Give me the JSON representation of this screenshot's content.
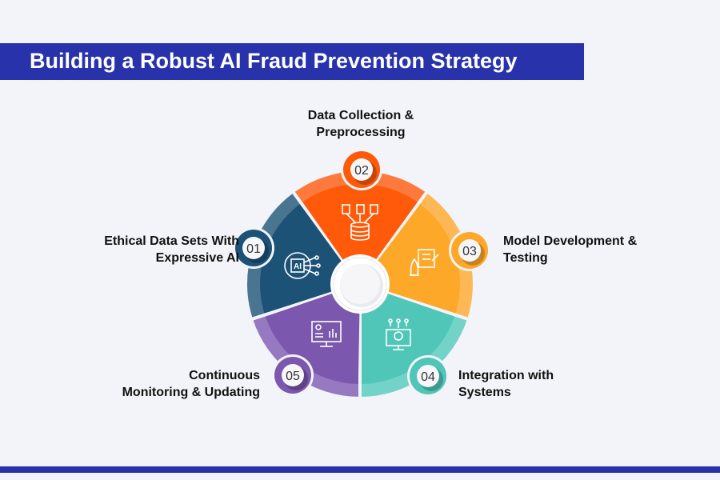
{
  "title": "Building a Robust AI Fraud Prevention Strategy",
  "steps": [
    {
      "number": "01",
      "label_line1": "Ethical Data Sets With",
      "label_line2": "Expressive AI",
      "color": "#1c5276",
      "rim": "#4a7591",
      "icon": "ai-chip-gear-icon"
    },
    {
      "number": "02",
      "label_line1": "Data Collection &",
      "label_line2": "Preprocessing",
      "color": "#fe5a0a",
      "rim": "#fe7a3c",
      "icon": "documents-database-icon"
    },
    {
      "number": "03",
      "label_line1": "Model Development &",
      "label_line2": "Testing",
      "color": "#fea82a",
      "rim": "#fdb855",
      "icon": "rocket-checklist-icon"
    },
    {
      "number": "04",
      "label_line1": "Integration with",
      "label_line2": "Systems",
      "color": "#4fc6b8",
      "rim": "#74d3c8",
      "icon": "monitor-gear-icon"
    },
    {
      "number": "05",
      "label_line1": "Continuous",
      "label_line2": "Monitoring & Updating",
      "color": "#7b57ad",
      "rim": "#9679c1",
      "icon": "monitor-dashboard-icon"
    }
  ],
  "colors": {
    "brand": "#2832ab",
    "background": "#f3f4fa"
  }
}
